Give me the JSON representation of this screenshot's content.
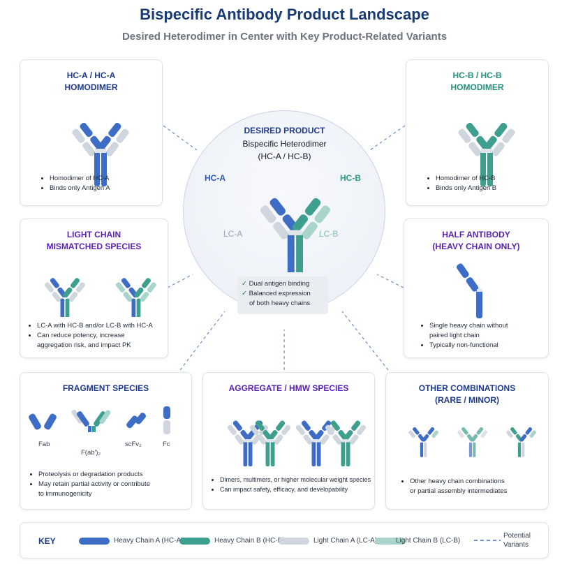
{
  "header": {
    "title": "Bispecific Antibody Product Landscape",
    "subtitle": "Desired Heterodimer in Center with Key Product-Related Variants"
  },
  "colors": {
    "heavy_a": "#3d6dc4",
    "heavy_b": "#3e9f8f",
    "light_a": "#cfd6dd",
    "light_b": "#a8d4cc",
    "title_navy": "#183b73",
    "teal_title": "#238f7b",
    "purple_title": "#5b21b6"
  },
  "center": {
    "title": "DESIRED PRODUCT",
    "line1": "Bispecific Heterodimer",
    "line2": "(HC-A / HC-B)",
    "label_hca": "HC-A",
    "label_hcb": "HC-B",
    "label_lca": "LC-A",
    "label_lcb": "LC-B",
    "checks": [
      "Dual antigen binding",
      "Balanced expression",
      "of both heavy chains"
    ]
  },
  "panels": {
    "hca": {
      "title1": "HC-A / HC-A",
      "title2": "HOMODIMER",
      "bullets": [
        "Homodimer of HC-A",
        "Binds only Antigen A"
      ]
    },
    "hcb": {
      "title1": "HC-B / HC-B",
      "title2": "HOMODIMER",
      "bullets": [
        "Homodimer of HC-B",
        "Binds only Antigen B"
      ]
    },
    "lc": {
      "title1": "LIGHT CHAIN",
      "title2": "MISMATCHED SPECIES",
      "bullets": [
        "LC-A with HC-B and/or LC-B with HC-A",
        "Can reduce potency, increase",
        "aggregation risk, and impact PK"
      ]
    },
    "half": {
      "title1": "HALF ANTIBODY",
      "title2": "(HEAVY CHAIN ONLY)",
      "bullets": [
        "Single heavy chain without",
        "paired light chain",
        "Typically non-functional"
      ]
    },
    "frag": {
      "title": "FRAGMENT SPECIES",
      "labels": [
        "Fab",
        "F(ab')₂",
        "scFv₂",
        "Fc"
      ],
      "bullets": [
        "Proteolysis or degradation products",
        "May retain partial activity or contribute",
        "to immunogenicity"
      ]
    },
    "agg": {
      "title": "AGGREGATE / HMW SPECIES",
      "bullets": [
        "Dimers, multimers, or higher molecular weight species",
        "Can impact safety, efficacy, and developability"
      ]
    },
    "other": {
      "title1": "OTHER COMBINATIONS",
      "title2": "(RARE / MINOR)",
      "bullets": [
        "Other heavy chain combinations",
        "or partial assembly intermediates"
      ]
    }
  },
  "key": {
    "title": "KEY",
    "heavy_a": "Heavy Chain A (HC-A)",
    "heavy_b": "Heavy Chain B (HC-B)",
    "light_a": "Light Chain A (LC-A)",
    "light_b": "Light Chain B (LC-B)",
    "variants1": "Potential",
    "variants2": "Variants"
  }
}
